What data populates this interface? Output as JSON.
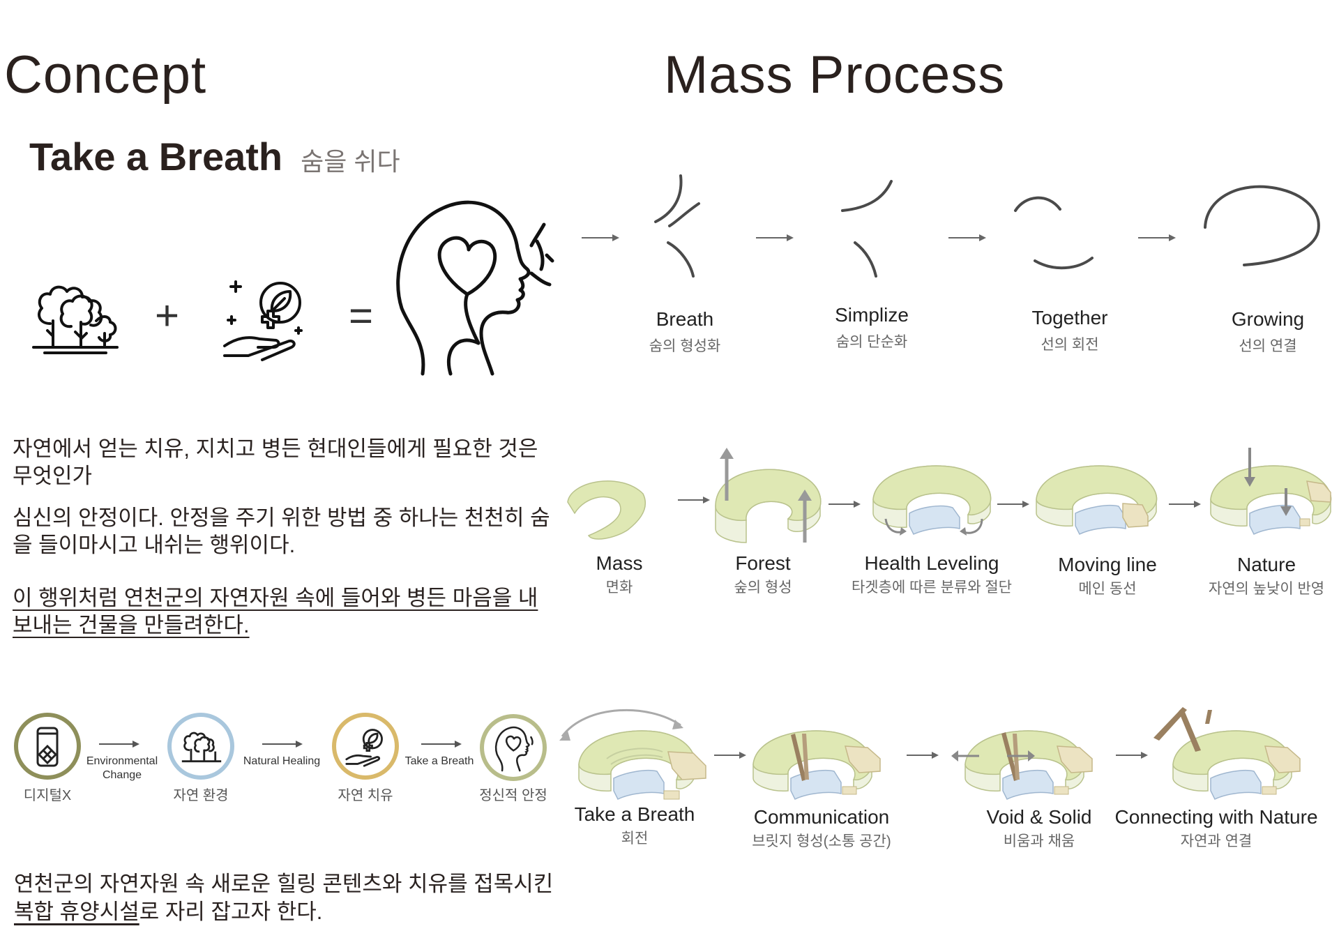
{
  "headings": {
    "concept": "Concept",
    "mass_process": "Mass Process"
  },
  "concept": {
    "title": "Take a Breath",
    "subtitle": "숨을 쉬다",
    "equation": {
      "plus": "+",
      "equals": "="
    },
    "icons": [
      "forest-trees-icon",
      "healing-hand-leaf-icon",
      "breathing-head-heart-icon"
    ],
    "paragraphs": [
      "자연에서 얻는 치유, 지치고 병든 현대인들에게 필요한 것은 무엇인가",
      "심신의 안정이다. 안정을 주기 위한 방법 중 하나는 천천히 숨을 들이마시고 내쉬는 행위이다.",
      "이 행위처럼 연천군의 자연자원 속에 들어와 병든 마음을 내보내는 건물을 만들려한다."
    ],
    "flow": [
      {
        "icon": "phone-digital-icon",
        "label": "디지털X",
        "ring": "#8e8f5a"
      },
      {
        "connector": "Environmental\nChange"
      },
      {
        "icon": "forest-trees-icon",
        "label": "자연 환경",
        "ring": "#a9c7dd"
      },
      {
        "connector": "Natural Healing"
      },
      {
        "icon": "healing-hand-leaf-icon",
        "label": "자연 치유",
        "ring": "#d9b96a"
      },
      {
        "connector": "Take a Breath"
      },
      {
        "icon": "breathing-head-heart-icon",
        "label": "정신적 안정",
        "ring": "#b8bd8a"
      }
    ],
    "closing": {
      "plain_before": "연천군의 자연자원 속 새로운 힐링 콘텐츠와 치유를 접목시킨",
      "emphasis": "복합 휴양시설",
      "plain_after": "로 자리 잡고자 한다."
    }
  },
  "mass_process": {
    "row1": [
      {
        "en": "Breath",
        "ko": "숨의 형성화"
      },
      {
        "en": "Simplize",
        "ko": "숨의 단순화"
      },
      {
        "en": "Together",
        "ko": "선의 회전"
      },
      {
        "en": "Growing",
        "ko": "선의 연결"
      }
    ],
    "row2": [
      {
        "en": "Mass",
        "ko": "면화"
      },
      {
        "en": "Forest",
        "ko": "숲의 형성"
      },
      {
        "en": "Health Leveling",
        "ko": "타겟층에 따른 분류와 절단"
      },
      {
        "en": "Moving line",
        "ko": "메인 동선"
      },
      {
        "en": "Nature",
        "ko": "자연의 높낮이 반영"
      }
    ],
    "row3": [
      {
        "en": "Take a Breath",
        "ko": "회전"
      },
      {
        "en": "Communication",
        "ko": "브릿지 형성(소통 공간)"
      },
      {
        "en": "Void & Solid",
        "ko": "비움과 채움"
      },
      {
        "en": "Connecting with Nature",
        "ko": "자연과 연결"
      }
    ]
  },
  "colors": {
    "mass_green": "#dfe8b4",
    "mass_blue": "#d6e4f2",
    "mass_beige": "#ece3c2",
    "bridge_brown": "#9a8060",
    "ink": "#222222"
  }
}
